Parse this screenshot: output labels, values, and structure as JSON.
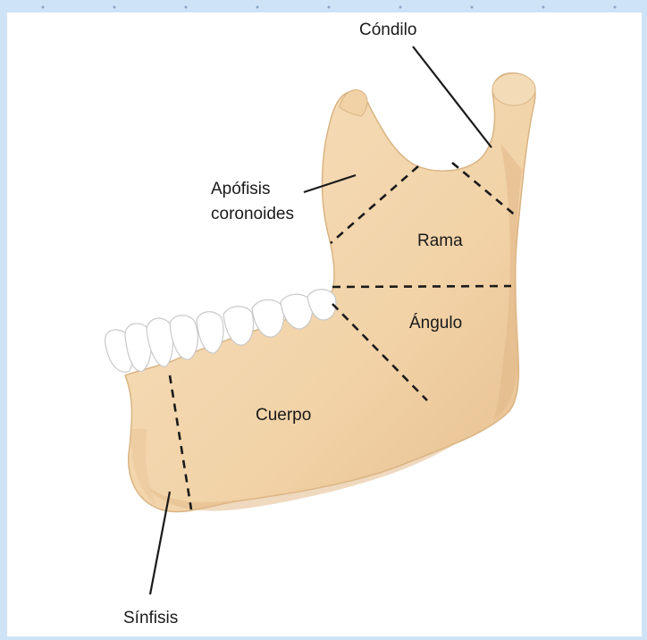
{
  "labels": {
    "condilo": "Cóndilo",
    "apofisis_line1": "Apófisis",
    "apofisis_line2": "coronoides",
    "rama": "Rama",
    "angulo": "Ángulo",
    "cuerpo": "Cuerpo",
    "sinfisis": "Sínfisis"
  },
  "colors": {
    "background_border": "#cfe3f7",
    "bone": "#f2d5ad",
    "bone_shadow": "#e2b98a",
    "teeth": "#ffffff",
    "lines": "#1a1a1a"
  }
}
